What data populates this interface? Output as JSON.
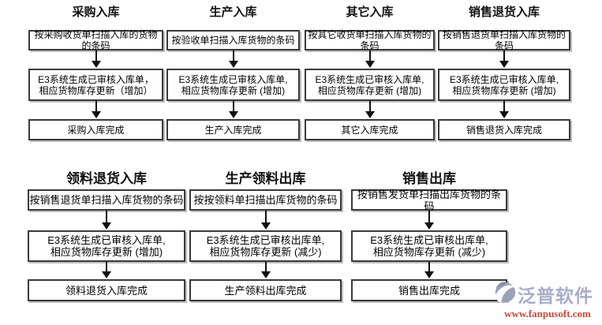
{
  "flows": [
    {
      "title": "采购入库",
      "step1": "按采购收货单扫描入库的货物的条码",
      "step2_line1": "E3系统生成已审核入库单，",
      "step2_line2": "相应货物库存更新（增加）",
      "step3": "采购入库完成"
    },
    {
      "title": "生产入库",
      "step1": "按验收单扫描入库货物的条码",
      "step2_line1": "E3系统生成已审核入库单,",
      "step2_line2": "相应货物库存更新 (增加)",
      "step3": "生产入库完成"
    },
    {
      "title": "其它入库",
      "step1": "按其它收货单扫描入库货物的条码",
      "step2_line1": "E3系统生成已审核入库单,",
      "step2_line2": "相应货物库存更新 (增加)",
      "step3": "其它入库完成"
    },
    {
      "title": "销售退货入库",
      "step1": "按销售退货单扫描入库货物的条码",
      "step2_line1": "E3系统生成已审核入库单,",
      "step2_line2": "相应货物库存更新 (增加)",
      "step3": "销售退货入库完成"
    },
    {
      "title": "领料退货入库",
      "step1": "按销售退货单扫描入库货物的条码",
      "step2_line1": "E3系统生成已审核入库单,",
      "step2_line2": "相应货物库存更新 (增加)",
      "step3": "领料退货入库完成"
    },
    {
      "title": "生产领料出库",
      "step1": "按按领料单扫描出库货物的条码",
      "step2_line1": "E3系统生成已审核出库单,",
      "step2_line2": "相应货物库存更新 (减少)",
      "step3": "生产领料出库完成"
    },
    {
      "title": "销售出库",
      "step1": "按销售发货单扫描出库货物的条码",
      "step2_line1": "E3系统生成已审核出库单,",
      "step2_line2": "相应货物库存更新 (减少)",
      "step3": "销售出库完成"
    }
  ],
  "logo": {
    "brand": "泛普软件",
    "url": "www.fanpusoft.com",
    "brand_color": "#a7adc9",
    "url_color": "#c5483a",
    "icon": "fanpu-swoosh-circle"
  }
}
